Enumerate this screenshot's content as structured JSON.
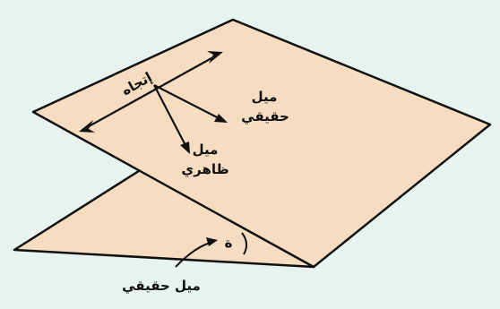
{
  "diagram": {
    "labels": {
      "strike": "إتجاه",
      "true_dip_upper_line1": "ميل",
      "true_dip_upper_line2": "حقيقي",
      "apparent_dip_line1": "ميل",
      "apparent_dip_line2": "ظاهري",
      "angle_symbol": "ة",
      "true_dip_lower": "ميل حقيقي"
    },
    "colors": {
      "background": "#e6f3ef",
      "upper_plane": "#f6dcc0",
      "lower_plane": "#f6dcc0",
      "stroke": "#111111"
    }
  }
}
